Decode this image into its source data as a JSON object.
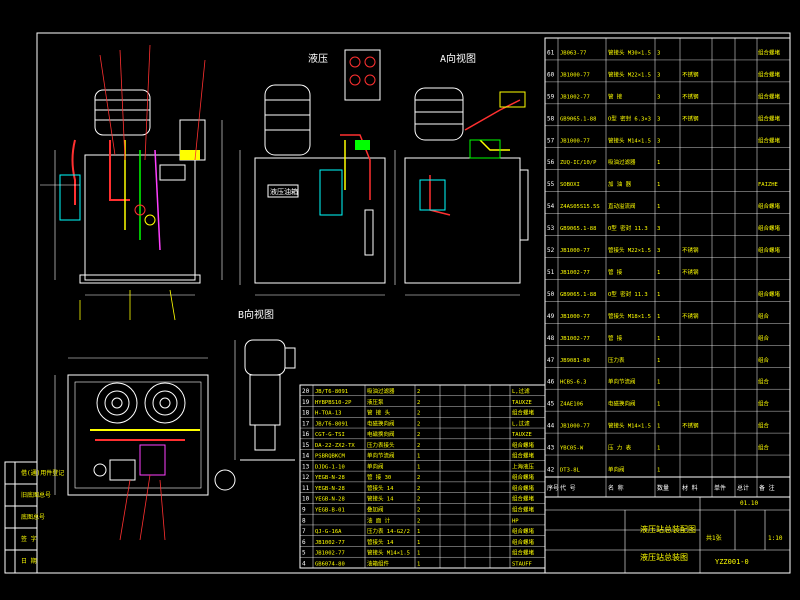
{
  "views": {
    "top_center_label": "液压",
    "right_label": "A向视图",
    "bottom_label": "B向视图",
    "tank_plate": "液压油箱"
  },
  "parts_table_right": [
    {
      "no": "61",
      "code": "JB063-77",
      "name": "管接头 M30×1.5",
      "qty": "3",
      "mat": "",
      "note": "组合螺堵"
    },
    {
      "no": "60",
      "code": "JB1000-77",
      "name": "管接头 M22×1.5",
      "qty": "3",
      "mat": "不锈钢",
      "note": "组合螺堵"
    },
    {
      "no": "59",
      "code": "JB1002-77",
      "name": "管 接",
      "qty": "3",
      "mat": "不锈钢",
      "note": "组合螺堵"
    },
    {
      "no": "58",
      "code": "GB9065.1-88",
      "name": "O型 密封 6.3×3",
      "qty": "3",
      "mat": "不锈钢",
      "note": "组合螺堵"
    },
    {
      "no": "57",
      "code": "JB1000-77",
      "name": "管接头 M14×1.5",
      "qty": "3",
      "mat": "",
      "note": "组合螺堵"
    },
    {
      "no": "56",
      "code": "ZUQ-IC/10/P",
      "name": "吸油过滤器",
      "qty": "1",
      "mat": "",
      "note": ""
    },
    {
      "no": "55",
      "code": "SOBOXI",
      "name": "加 油 器",
      "qty": "1",
      "mat": "",
      "note": "FAIZHE"
    },
    {
      "no": "54",
      "code": "Z4AS05S15.5S",
      "name": "直动溢流阀",
      "qty": "1",
      "mat": "",
      "note": "组合螺堵"
    },
    {
      "no": "53",
      "code": "GB9065.1-88",
      "name": "O型 密封 11.3",
      "qty": "3",
      "mat": "",
      "note": "组合螺堵"
    },
    {
      "no": "52",
      "code": "JB1000-77",
      "name": "管接头 M22×1.5",
      "qty": "3",
      "mat": "不锈钢",
      "note": "组合螺堵"
    },
    {
      "no": "51",
      "code": "JB1002-77",
      "name": "管 接",
      "qty": "1",
      "mat": "不锈钢",
      "note": ""
    },
    {
      "no": "50",
      "code": "GB9065.1-88",
      "name": "O型 密封 11.3",
      "qty": "1",
      "mat": "",
      "note": "组合螺堵"
    },
    {
      "no": "49",
      "code": "JB1000-77",
      "name": "管接头 M18×1.5",
      "qty": "1",
      "mat": "不锈钢",
      "note": "组合"
    },
    {
      "no": "48",
      "code": "JB1002-77",
      "name": "管 接",
      "qty": "1",
      "mat": "",
      "note": "组合"
    },
    {
      "no": "47",
      "code": "JB9081-80",
      "name": "压力表",
      "qty": "1",
      "mat": "",
      "note": "组合"
    },
    {
      "no": "46",
      "code": "HCBS-6.3",
      "name": "单向节流阀",
      "qty": "1",
      "mat": "",
      "note": "组合"
    },
    {
      "no": "45",
      "code": "Z4AE106",
      "name": "电磁换向阀",
      "qty": "1",
      "mat": "",
      "note": "组合"
    },
    {
      "no": "44",
      "code": "JB1000-77",
      "name": "管接头 M14×1.5",
      "qty": "1",
      "mat": "不锈钢",
      "note": "组合"
    },
    {
      "no": "43",
      "code": "YBC05-W",
      "name": "压 力 表",
      "qty": "1",
      "mat": "",
      "note": "组合"
    },
    {
      "no": "42",
      "code": "DT3-8L",
      "name": "单向阀",
      "qty": "1",
      "mat": "",
      "note": ""
    }
  ],
  "parts_table_bottom": [
    {
      "no": "20",
      "code": "JB/T6-8091",
      "name": "吸油过滤器",
      "qty": "2",
      "note": "L,过滤"
    },
    {
      "no": "19",
      "code": "HYBPBS10-2P",
      "name": "液压泵",
      "qty": "2",
      "note": "TAUXZE"
    },
    {
      "no": "18",
      "code": "H-TOA-13",
      "name": "管 接 头",
      "qty": "2",
      "note": "组合螺堵"
    },
    {
      "no": "17",
      "code": "JB/T6-8091",
      "name": "电磁换向阀",
      "qty": "2",
      "note": "L,过滤"
    },
    {
      "no": "16",
      "code": "CGT-G-TSI",
      "name": "电磁换向阀",
      "qty": "2",
      "note": "TAUXZE"
    },
    {
      "no": "15",
      "code": "DA-22-ZX2-TX",
      "name": "压力表接头",
      "qty": "2",
      "note": "组合螺堵"
    },
    {
      "no": "14",
      "code": "PSBRQBKCM",
      "name": "单向节流阀",
      "qty": "1",
      "note": "组合螺堵"
    },
    {
      "no": "13",
      "code": "DJDG-1-10",
      "name": "单向阀",
      "qty": "1",
      "note": "上海液压"
    },
    {
      "no": "12",
      "code": "YEGB-N-28",
      "name": "管 接 30",
      "qty": "2",
      "note": "组合螺堵"
    },
    {
      "no": "11",
      "code": "YEGB-N-28",
      "name": "管接头 14",
      "qty": "2",
      "note": "组合螺堵"
    },
    {
      "no": "10",
      "code": "YEGB-N-28",
      "name": "管接头 14",
      "qty": "2",
      "note": "组合螺堵"
    },
    {
      "no": "9",
      "code": "YEGB-B-01",
      "name": "叠加阀",
      "qty": "2",
      "note": "组合螺堵"
    },
    {
      "no": "8",
      "code": "",
      "name": "油 面 计",
      "qty": "2",
      "note": "HP"
    },
    {
      "no": "7",
      "code": "QJ-G-16A",
      "name": "压力表 14-G2/2",
      "qty": "1",
      "note": "组合螺堵"
    },
    {
      "no": "6",
      "code": "JB1002-77",
      "name": "管接头 14",
      "qty": "1",
      "note": "组合螺堵"
    },
    {
      "no": "5",
      "code": "JB1002-77",
      "name": "管接头 M14×1.5",
      "qty": "1",
      "note": "组合螺堵"
    },
    {
      "no": "4",
      "code": "GB6074-80",
      "name": "油箱组件",
      "qty": "1",
      "note": "STAUFF"
    }
  ],
  "header_cols": [
    "序号",
    "代 号",
    "名 称",
    "数量",
    "材 料",
    "单件",
    "总计",
    "备 注"
  ],
  "title_block": {
    "title": "液压站总装配图",
    "subtitle": "液压站总装图",
    "drawing_no": "YZZ001-0",
    "scale": "1:10",
    "weight": "01.10",
    "sheet": "共1张"
  },
  "left_strip": [
    "借(通)用件登记",
    "旧底图总号",
    "底图总号",
    "签 字",
    "日 期"
  ],
  "colors": {
    "background": "#000000",
    "frame": "#ffffff",
    "text": "#ffffff",
    "table_text": "#ffff00",
    "outline": "#00ffff",
    "red": "#ff3030",
    "green": "#00ff00",
    "yellow": "#ffff00",
    "magenta": "#ff40ff",
    "blue": "#4060ff"
  }
}
